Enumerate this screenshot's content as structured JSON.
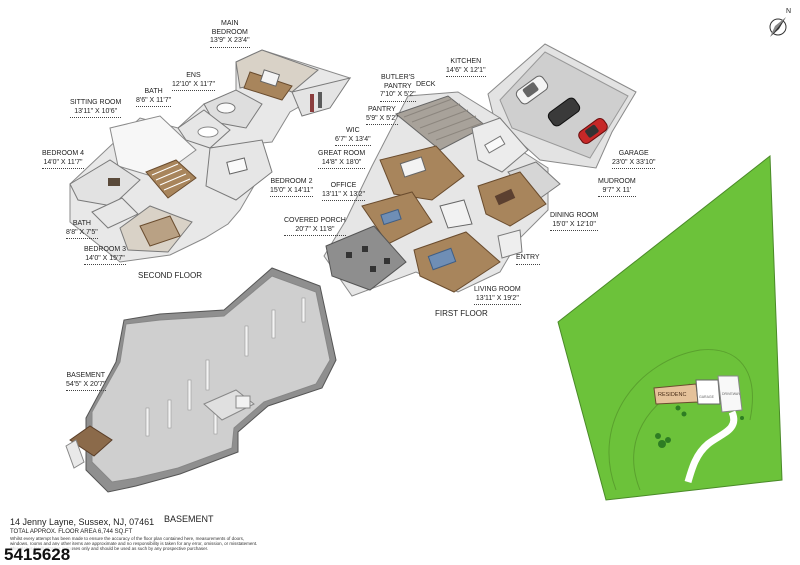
{
  "compass": {
    "label": "N"
  },
  "floors": {
    "second": "SECOND FLOOR",
    "first": "FIRST FLOOR",
    "basement_small": "BASEMENT",
    "basement_big": "BASEMENT"
  },
  "rooms": {
    "main_bedroom": {
      "name1": "MAIN",
      "name2": "BEDROOM",
      "dim": "13'9\" x 23'4\""
    },
    "ens": {
      "name": "ENS",
      "dim": "12'10\" x 11'7\""
    },
    "bath_upper": {
      "name": "BATH",
      "dim": "8'6\" x 11'7\""
    },
    "sitting_room": {
      "name": "SITTING ROOM",
      "dim": "13'11\" x 10'6\""
    },
    "bedroom4": {
      "name": "BEDROOM 4",
      "dim": "14'0\" x 11'7\""
    },
    "bath_lower": {
      "name": "BATH",
      "dim": "8'8\" x 7'5\""
    },
    "bedroom3": {
      "name": "BEDROOM 3",
      "dim": "14'0\" x 15'7\""
    },
    "bedroom2": {
      "name": "BEDROOM 2",
      "dim": "15'0\" x 14'11\""
    },
    "wic": {
      "name": "WIC",
      "dim": "6'7\" x 13'4\""
    },
    "butlers_pantry": {
      "name1": "BUTLER'S",
      "name2": "PANTRY",
      "dim": "7'10\" x 5'2\""
    },
    "deck": {
      "name": "DECK"
    },
    "kitchen": {
      "name": "KITCHEN",
      "dim": "14'6\" x 12'1\""
    },
    "pantry": {
      "name": "PANTRY",
      "dim": "5'9\" x 5'2\""
    },
    "great_room": {
      "name": "GREAT ROOM",
      "dim": "14'8\" x 18'0\""
    },
    "office": {
      "name": "OFFICE",
      "dim": "13'11\" x 13'2\""
    },
    "covered_porch": {
      "name": "COVERED PORCH",
      "dim": "20'7\" x 11'8\""
    },
    "garage": {
      "name": "GARAGE",
      "dim": "23'0\" x 33'10\""
    },
    "mudroom": {
      "name": "MUDROOM",
      "dim": "9'7\" x 11'"
    },
    "dining_room": {
      "name": "DINING ROOM",
      "dim": "15'0\" x 12'10\""
    },
    "entry": {
      "name": "ENTRY"
    },
    "living_room": {
      "name": "LIVING ROOM",
      "dim": "13'11\" x 19'2\""
    },
    "basement": {
      "name": "BASEMENT",
      "dim": "54'5\" x 20'7\""
    }
  },
  "site": {
    "residence": "RESIDENC",
    "garage_tag": "GARAGE",
    "driveway_tag": "DRIVEWAY"
  },
  "footer": {
    "address": "14 Jenny Layne, Sussex, NJ, 07461",
    "area": "TOTAL APPROX. FLOOR AREA 6,744 SQ.FT",
    "disclaimer1": "Whilst every attempt has been made to ensure the accuracy of the floor plan contained here, measurements of doors,",
    "disclaimer2": "windows, rooms and any other items are approximate and no responsibility is taken for any error, omission, or misstatement.",
    "disclaimer3": "This plan is for illustrative purposes only and should be used as such by any prospective purchaser.",
    "listing_id": "5415628"
  }
}
